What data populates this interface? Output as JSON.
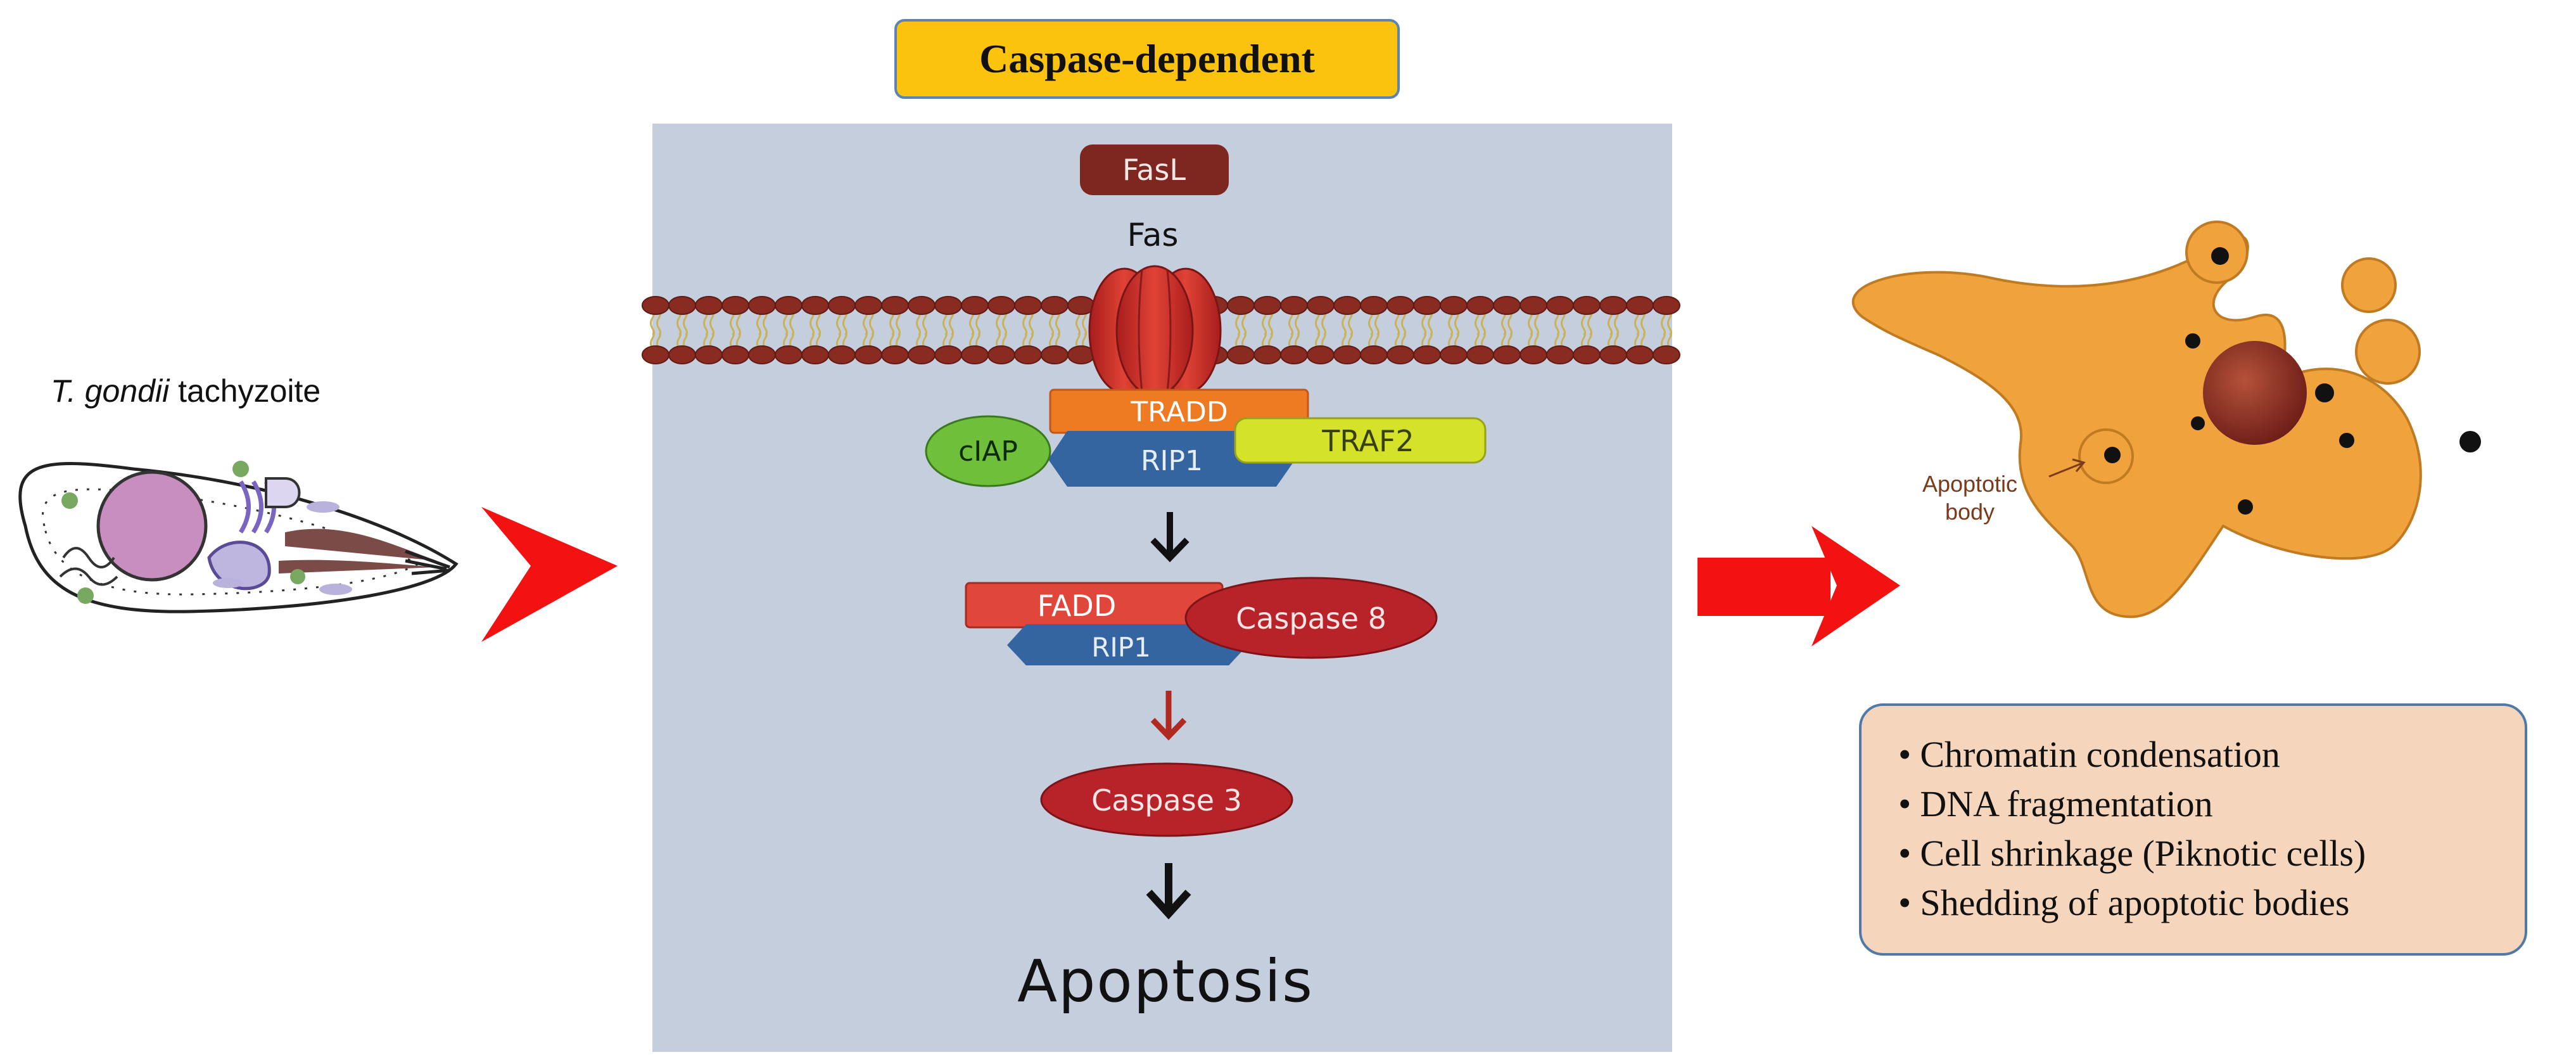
{
  "header": {
    "title": "Caspase-dependent"
  },
  "left": {
    "organism_italic": "T. gondii",
    "organism_rest": " tachyzoite"
  },
  "pathway": {
    "ligand": "FasL",
    "receptor": "Fas",
    "tradd": "TRADD",
    "ciap": "cIAP",
    "traf2": "TRAF2",
    "rip1_top": "RIP1",
    "fadd": "FADD",
    "caspase8": "Caspase 8",
    "rip1_bottom": "RIP1",
    "caspase3": "Caspase 3",
    "outcome": "Apoptosis"
  },
  "right": {
    "apoptotic_body_label": "Apoptotic body",
    "features": [
      "Chromatin condensation",
      "DNA fragmentation",
      "Cell shrinkage (Piknotic cells)",
      "Shedding of apoptotic bodies"
    ]
  },
  "colors": {
    "panel": "#c5cedc",
    "header_fill": "#fcc30e",
    "arrow_red": "#f21212",
    "cell_orange": "#f0a23c",
    "features_fill": "#f5d6bc",
    "receptor_red": "#d8382c",
    "tradd_orange": "#ee7a22",
    "traf2_yellow": "#d5e22a",
    "ciap_green": "#6fbf3a",
    "rip1_blue": "#3565a0",
    "fadd_red": "#e0463a",
    "caspase_darkred": "#b8232a"
  }
}
